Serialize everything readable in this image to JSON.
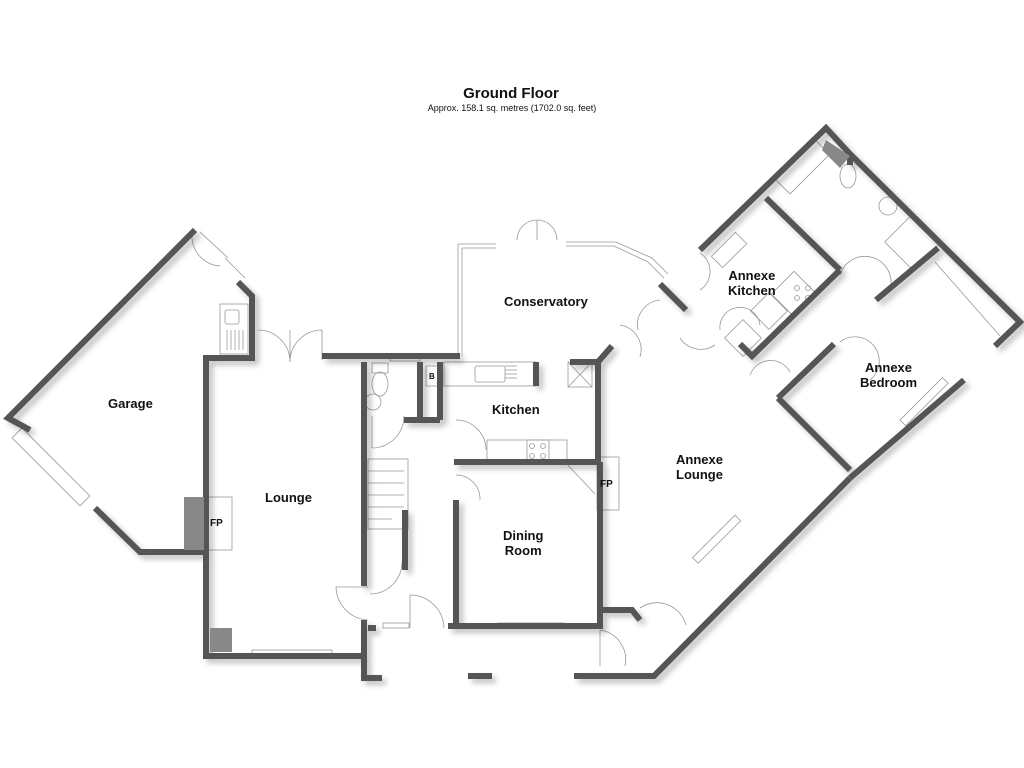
{
  "header": {
    "title": "Ground Floor",
    "subtitle": "Approx. 158.1 sq. metres (1702.0 sq. feet)"
  },
  "rooms": [
    {
      "id": "garage",
      "label": "Garage"
    },
    {
      "id": "lounge",
      "label": "Lounge"
    },
    {
      "id": "conservatory",
      "label": "Conservatory"
    },
    {
      "id": "kitchen",
      "label": "Kitchen"
    },
    {
      "id": "dining-room",
      "label": "Dining Room",
      "line1": "Dining",
      "line2": "Room"
    },
    {
      "id": "annexe-kitchen",
      "label": "Annexe Kitchen",
      "line1": "Annexe",
      "line2": "Kitchen"
    },
    {
      "id": "annexe-bedroom",
      "label": "Annexe Bedroom",
      "line1": "Annexe",
      "line2": "Bedroom"
    },
    {
      "id": "annexe-lounge",
      "label": "Annexe Lounge",
      "line1": "Annexe",
      "line2": "Lounge"
    }
  ],
  "fixtures": {
    "fireplace_label": "FP",
    "boiler_label": "B"
  },
  "colors": {
    "wall": "#555555",
    "wall_edge": "#222222",
    "fixture_line": "#999999",
    "text": "#111111"
  }
}
